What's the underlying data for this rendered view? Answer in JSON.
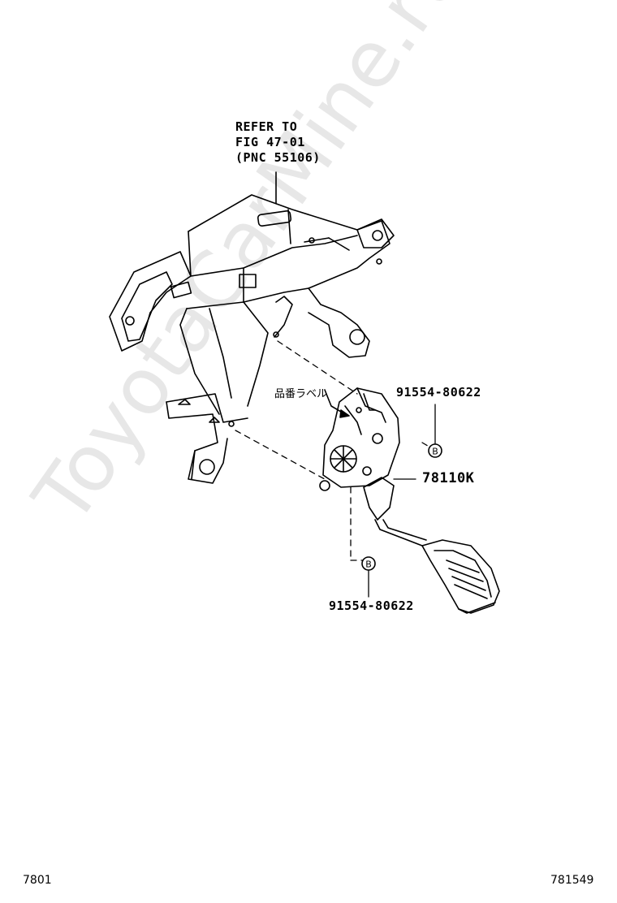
{
  "refer_note": {
    "line1": "REFER TO",
    "line2": "FIG 47-01",
    "line3": "(PNC 55106)"
  },
  "labels": {
    "jp_label": "品番ラベル",
    "bolt_upper": "91554-80622",
    "bolt_lower": "91554-80622",
    "pedal_assembly": "78110K",
    "marker_upper": "B",
    "marker_lower": "B"
  },
  "footer": {
    "left": "7801",
    "right": "781549"
  },
  "watermark": "ToyotaCarMine.ru"
}
